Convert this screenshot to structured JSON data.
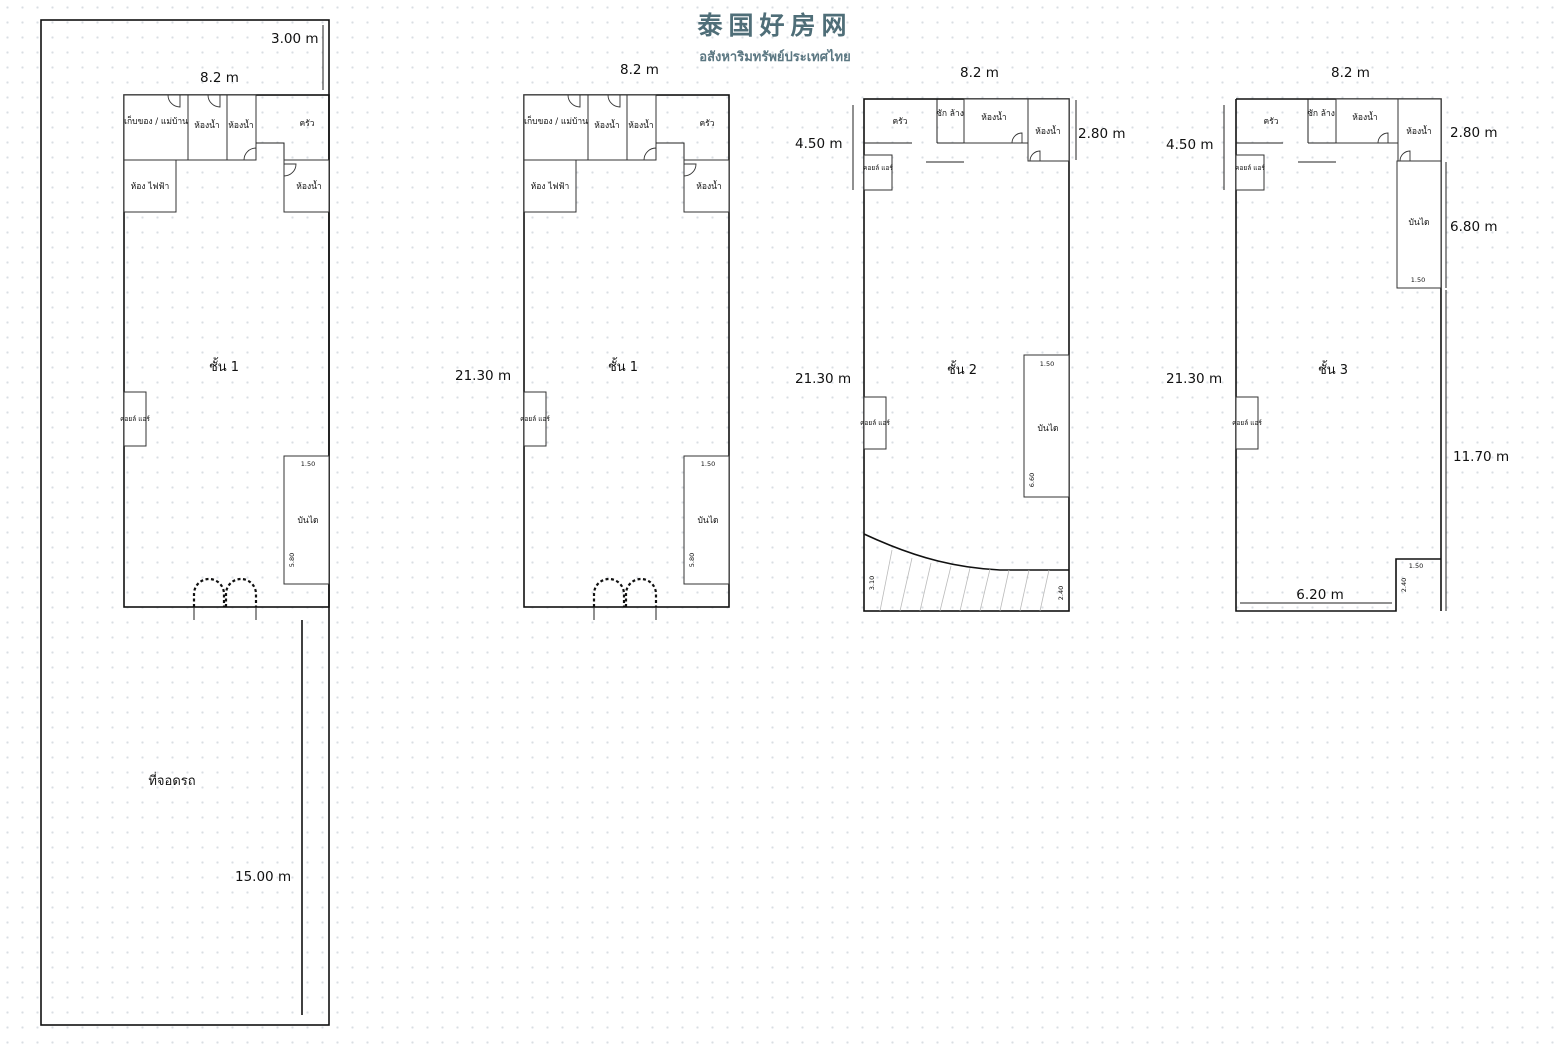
{
  "watermark": {
    "title": "泰国好房网",
    "subtitle": "อสังหาริมทรัพย์ประเทศไทย",
    "color": "#4f6e78"
  },
  "plan1": {
    "width": "8.2 m",
    "setback": "3.00 m",
    "floor_label": "ชั้น 1",
    "parking_label": "ที่จอดรถ",
    "parking_length": "15.00 m",
    "rooms": {
      "storage": "เก็บของ / แม่บ้าน",
      "bath1": "ห้องน้ำ",
      "bath2": "ห้องน้ำ",
      "kitchen": "ครัว",
      "electric": "ห้อง ไฟฟ้า",
      "bath3": "ห้องน้ำ",
      "aircon": "คอยล์ แอร์",
      "stairs": "บันได"
    },
    "stair_w": "1.50",
    "stair_l": "5.80"
  },
  "plan2": {
    "width": "8.2 m",
    "depth": "21.30 m",
    "floor_label": "ชั้น 1",
    "rooms": {
      "storage": "เก็บของ / แม่บ้าน",
      "bath1": "ห้องน้ำ",
      "bath2": "ห้องน้ำ",
      "kitchen": "ครัว",
      "electric": "ห้อง ไฟฟ้า",
      "bath3": "ห้องน้ำ",
      "aircon": "คอยล์ แอร์",
      "stairs": "บันได"
    },
    "stair_w": "1.50",
    "stair_l": "5.80"
  },
  "plan3": {
    "width": "8.2 m",
    "front_depth": "4.50 m",
    "bath_depth": "2.80 m",
    "depth": "21.30 m",
    "floor_label": "ชั้น 2",
    "rooms": {
      "kitchen": "ครัว",
      "laundry": "ซัก ล้าง",
      "bath1": "ห้องน้ำ",
      "bath2": "ห้องน้ำ",
      "aircon_top": "คอยล์ แอร์",
      "aircon": "คอยล์ แอร์",
      "stairs": "บันได"
    },
    "stair_w": "1.50",
    "stair_l": "6.60",
    "left_dim": "3.10",
    "right_dim": "2.40"
  },
  "plan4": {
    "width": "8.2 m",
    "front_depth": "4.50 m",
    "bath_depth": "2.80 m",
    "stair_depth": "6.80 m",
    "depth": "21.30 m",
    "rear_depth": "11.70 m",
    "floor_label": "ชั้น 3",
    "rooms": {
      "kitchen": "ครัว",
      "laundry": "ซัก ล้าง",
      "bath1": "ห้องน้ำ",
      "bath2": "ห้องน้ำ",
      "aircon_top": "คอยล์ แอร์",
      "aircon": "คอยล์ แอร์",
      "stairs": "บันได"
    },
    "stair_w": "1.50",
    "notch_w": "1.50",
    "notch_h": "2.40",
    "bottom_width": "6.20 m"
  }
}
